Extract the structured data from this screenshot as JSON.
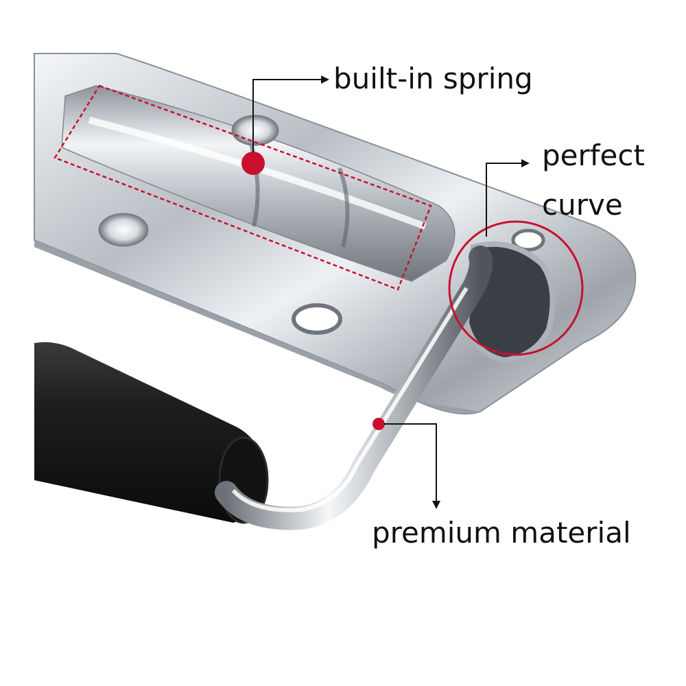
{
  "callouts": {
    "spring": "built-in spring",
    "curve_line1": "perfect",
    "curve_line2": "curve",
    "material": "premium material"
  },
  "colors": {
    "accent": "#c8102e",
    "steel": "#cfd3d8",
    "grip": "#1c1c1c",
    "text": "#111111"
  }
}
